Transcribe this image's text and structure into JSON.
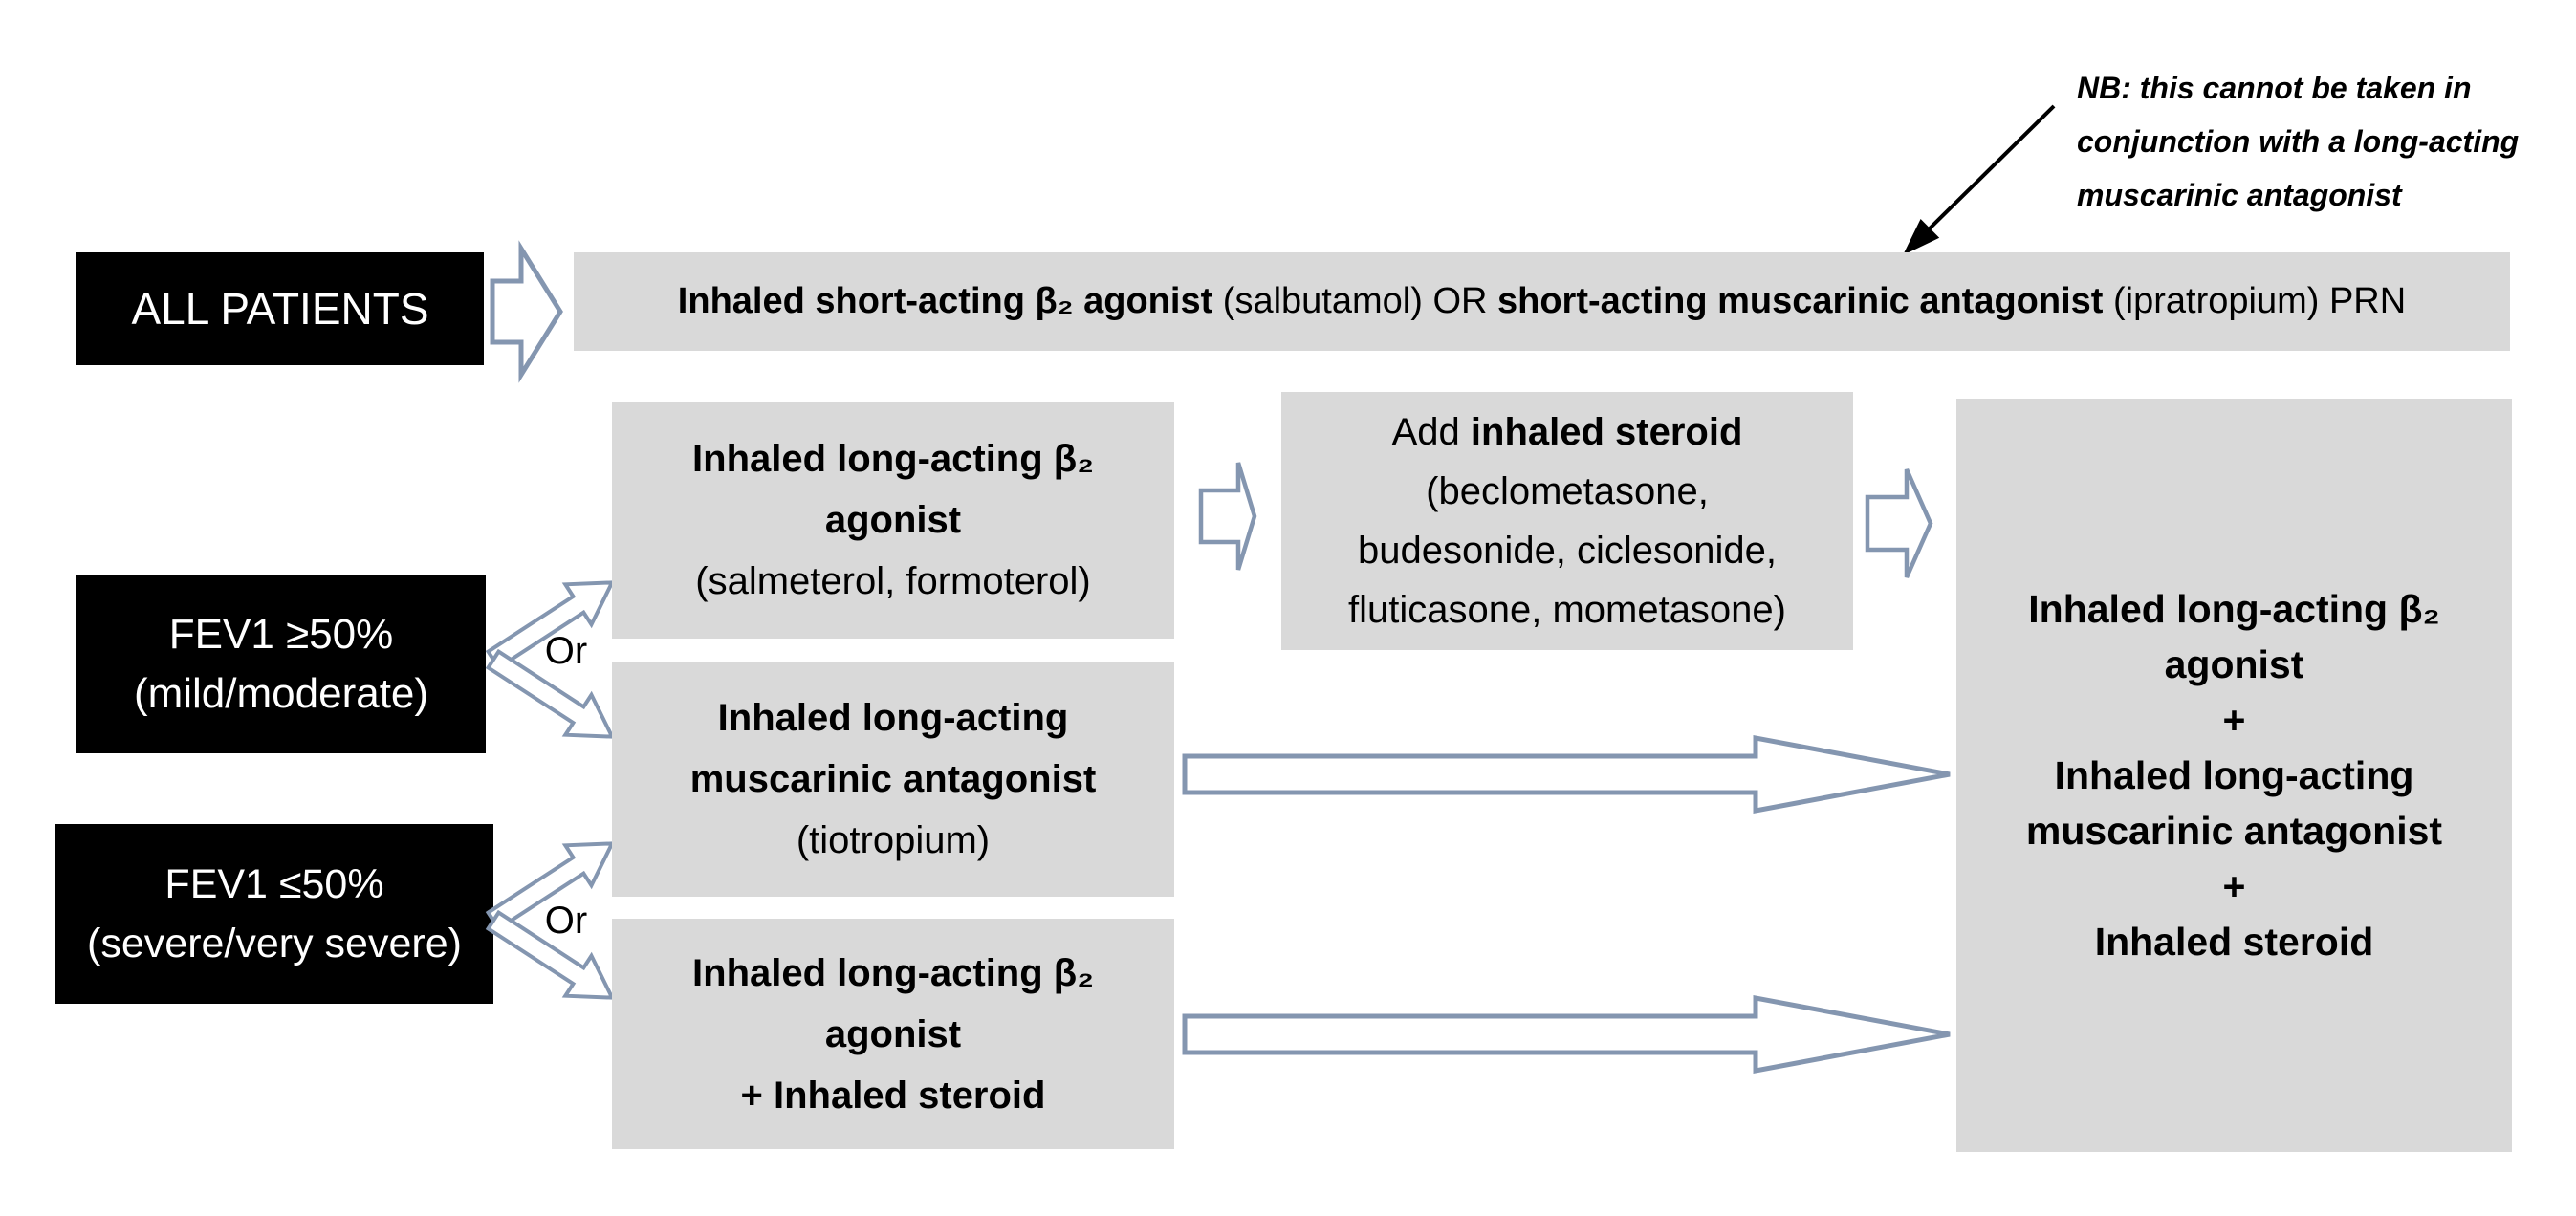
{
  "colors": {
    "box_fill_gray": "#d9d9d9",
    "box_fill_black": "#000000",
    "flow_arrow_outline": "#8496b0",
    "annotation_arrow": "#000000",
    "text": "#000000"
  },
  "annotation": {
    "lines": [
      "NB: this cannot be taken in",
      "conjunction with a long-acting",
      "muscarinic antagonist"
    ]
  },
  "entry": {
    "label": "ALL PATIENTS"
  },
  "baseline_bar": {
    "bold_1": "Inhaled short-acting β₂ agonist",
    "regular_1": " (salbutamol) OR ",
    "bold_2": "short-acting muscarinic antagonist",
    "regular_2": " (ipratropium) PRN"
  },
  "severity": {
    "mild": {
      "line1": "FEV1 ≥50%",
      "line2": "(mild/moderate)"
    },
    "severe": {
      "line1": "FEV1 ≤50%",
      "line2": "(severe/very severe)"
    },
    "or_label": "Or"
  },
  "options": {
    "laba": {
      "title_line1": "Inhaled long-acting β₂",
      "title_line2": "agonist",
      "detail": "(salmeterol, formoterol)"
    },
    "lama": {
      "title_line1": "Inhaled long-acting",
      "title_line2": "muscarinic antagonist",
      "detail": "(tiotropium)"
    },
    "laba_ics": {
      "title_line1": "Inhaled long-acting β₂",
      "title_line2": "agonist",
      "title_line3": "+ Inhaled steroid"
    }
  },
  "step_up": {
    "prefix": "Add ",
    "bold": "inhaled steroid",
    "detail_line1": "(beclometasone,",
    "detail_line2": "budesonide, ciclesonide,",
    "detail_line3": "fluticasone, mometasone)"
  },
  "final": {
    "line1": "Inhaled long-acting β₂",
    "line2": "agonist",
    "line3": "+",
    "line4": "Inhaled long-acting",
    "line5": "muscarinic antagonist",
    "line6": "+",
    "line7": "Inhaled steroid"
  }
}
